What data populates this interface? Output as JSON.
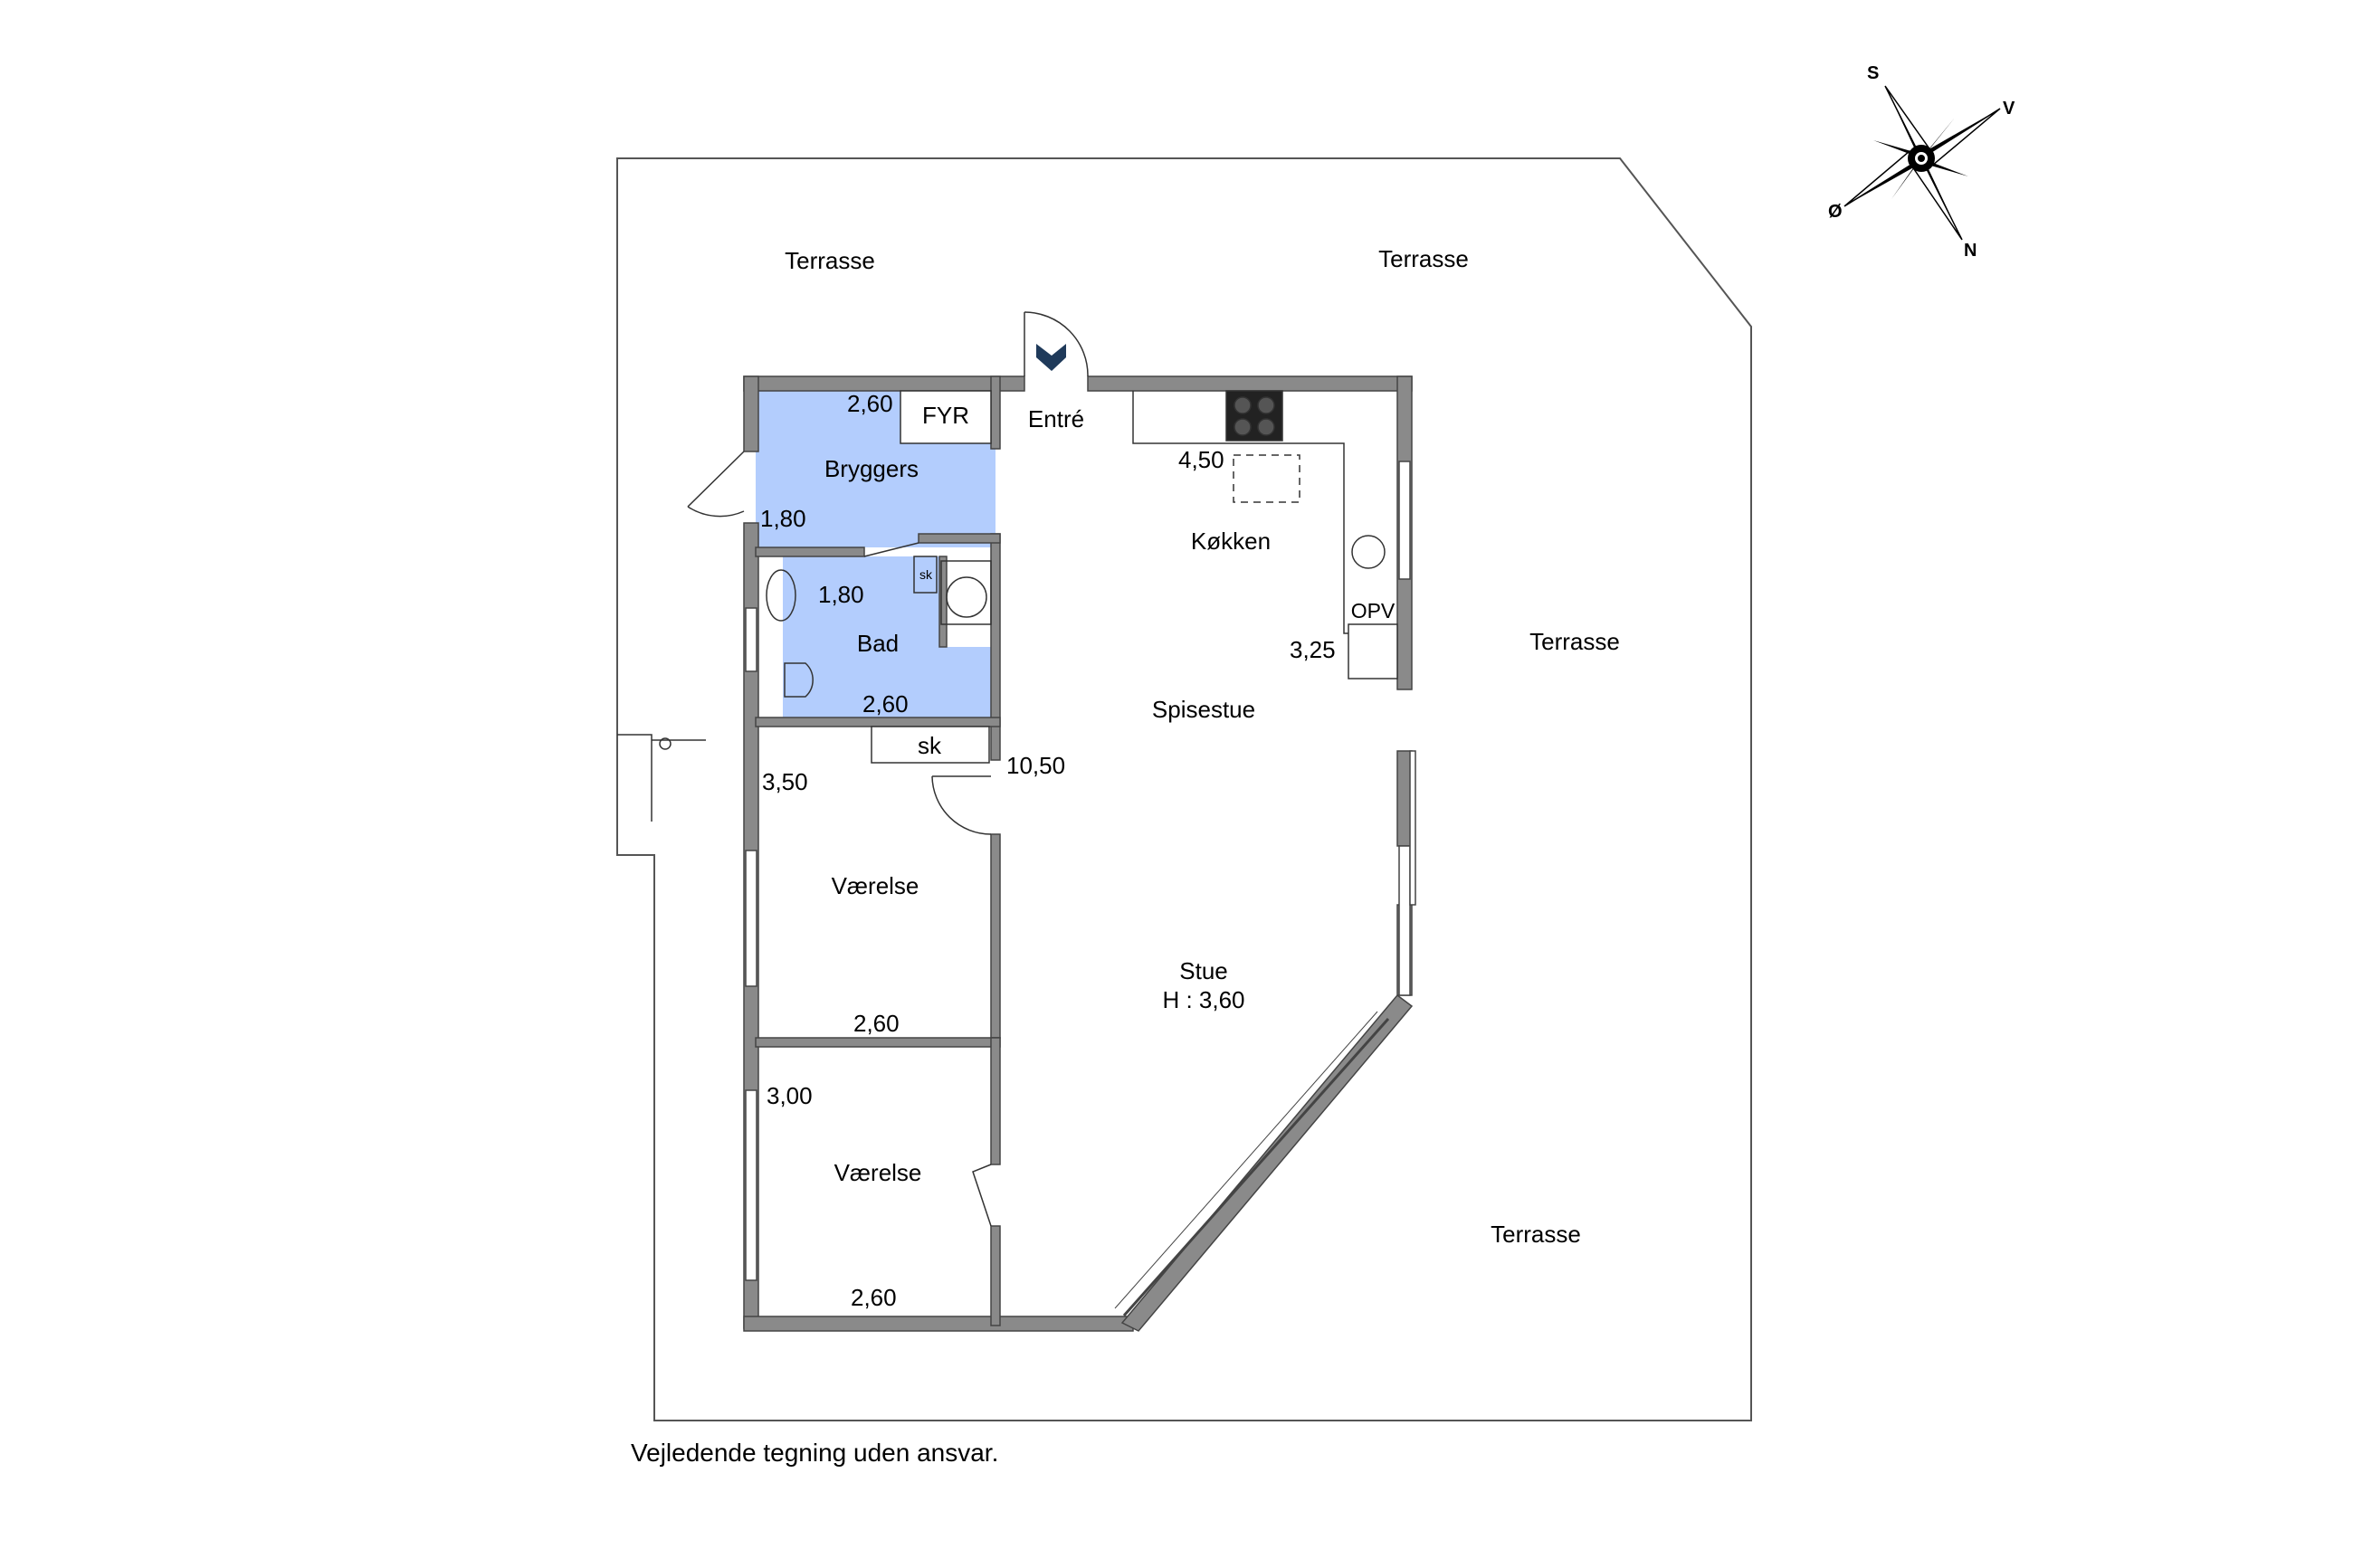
{
  "rooms": {
    "terrace_nw": "Terrasse",
    "terrace_n": "Terrasse",
    "terrace_e": "Terrasse",
    "terrace_se": "Terrasse",
    "bryggers": "Bryggers",
    "fyr": "FYR",
    "entre": "Entré",
    "kokken": "Køkken",
    "opv": "OPV",
    "bad": "Bad",
    "bad_sk": "sk",
    "spisestue": "Spisestue",
    "sk": "sk",
    "vaerelse_1": "Værelse",
    "stue": "Stue",
    "stue_height": "H : 3,60",
    "vaerelse_2": "Værelse"
  },
  "dimensions": {
    "bryggers_width": "2,60",
    "bryggers_depth": "1,80",
    "kitchen_width": "4,50",
    "bad_depth": "1,80",
    "kitchen_depth": "3,25",
    "bad_width": "2,60",
    "living_length": "10,50",
    "room1_depth": "3,50",
    "room1_width": "2,60",
    "room2_depth": "3,00",
    "room2_width": "2,60"
  },
  "compass": {
    "s": "S",
    "v": "V",
    "o": "Ø",
    "n": "N"
  },
  "footer": {
    "note": "Vejledende tegning uden ansvar."
  },
  "colors": {
    "wet_room": "#b3cdfd",
    "wall": "#8a8a8a",
    "wall_outline": "#444444",
    "entry_marker": "#1f3a5a"
  }
}
